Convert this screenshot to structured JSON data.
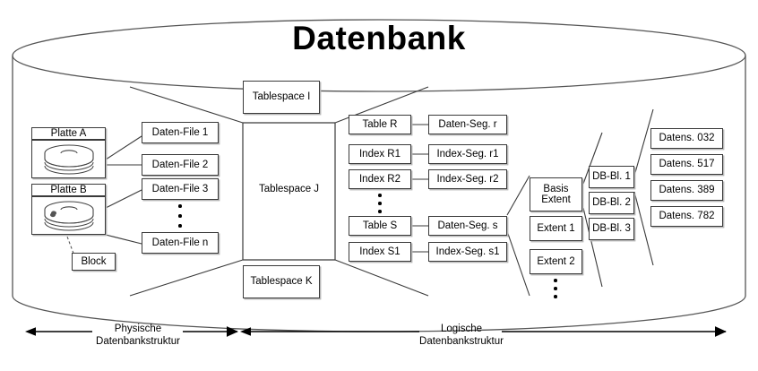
{
  "diagram": {
    "title": "Datenbank",
    "type": "database-architecture-diagram",
    "language": "de",
    "colors": {
      "background": "#ffffff",
      "box_fill": "#ffffff",
      "box_border": "#3a3a3a",
      "box_shadow": "#b8b8b8",
      "cylinder_stroke": "#555555",
      "text": "#000000",
      "connector": "#3a3a3a"
    }
  },
  "disks": [
    {
      "label": "Platte A",
      "icon": "disk-platter-icon"
    },
    {
      "label": "Platte B",
      "icon": "disk-platter-icon"
    }
  ],
  "block": {
    "label": "Block"
  },
  "data_files": [
    {
      "label": "Daten-File 1"
    },
    {
      "label": "Daten-File 2"
    },
    {
      "label": "Daten-File 3"
    },
    {
      "label": "Daten-File n"
    }
  ],
  "data_files_ellipsis": "vertical-ellipsis",
  "tablespaces": [
    {
      "label": "Tablespace I"
    },
    {
      "label": "Tablespace J"
    },
    {
      "label": "Tablespace K"
    }
  ],
  "objects": [
    {
      "label": "Table R"
    },
    {
      "label": "Index R1"
    },
    {
      "label": "Index R2"
    },
    {
      "label": "Table S"
    },
    {
      "label": "Index S1"
    }
  ],
  "objects_ellipsis": "vertical-ellipsis",
  "segments": [
    {
      "label": "Daten-Seg. r"
    },
    {
      "label": "Index-Seg. r1"
    },
    {
      "label": "Index-Seg. r2"
    },
    {
      "label": "Daten-Seg. s"
    },
    {
      "label": "Index-Seg. s1"
    }
  ],
  "extents": [
    {
      "label": "Basis\nExtent"
    },
    {
      "label": "Extent 1"
    },
    {
      "label": "Extent 2"
    }
  ],
  "extents_ellipsis": "vertical-ellipsis",
  "db_blocks": [
    {
      "label": "DB-Bl. 1"
    },
    {
      "label": "DB-Bl. 2"
    },
    {
      "label": "DB-Bl. 3"
    }
  ],
  "records": [
    {
      "label": "Datens. 032"
    },
    {
      "label": "Datens. 517"
    },
    {
      "label": "Datens. 389"
    },
    {
      "label": "Datens. 782"
    }
  ],
  "axes": [
    {
      "label": "Physische\nDatenbankstruktur",
      "arrow": "double-headed-arrow-left"
    },
    {
      "label": "Logische\nDatenbankstruktur",
      "arrow": "double-headed-arrow-right"
    }
  ]
}
